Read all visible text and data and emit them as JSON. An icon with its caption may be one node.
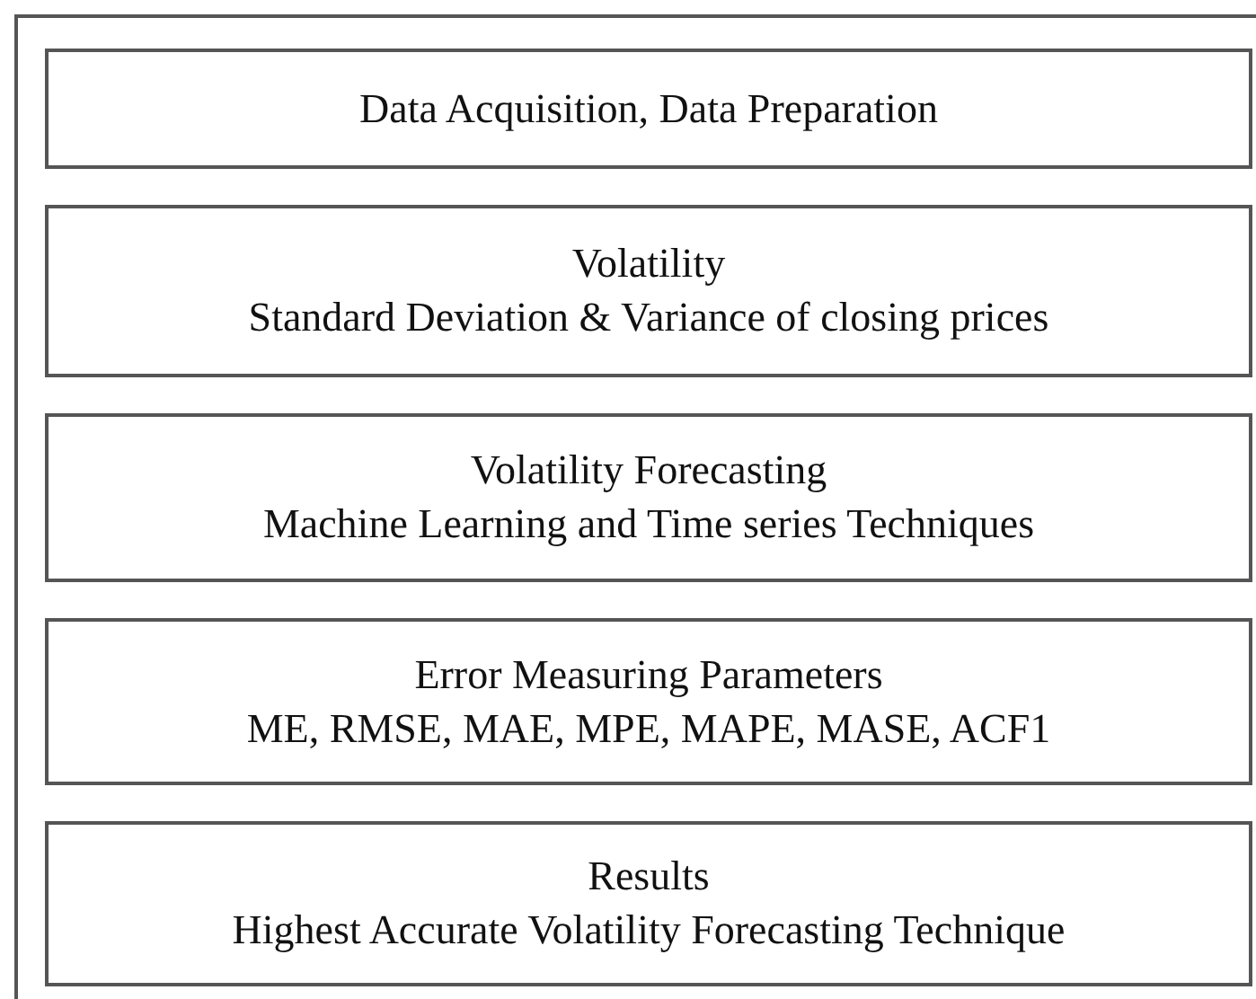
{
  "diagram": {
    "nodes": [
      {
        "text": [],
        "shape": "box"
      },
      {
        "text": [
          "Data Acquisition, Data Preparation"
        ],
        "in": 0
      },
      {
        "text": [
          "Volatility",
          "Standard Deviation & Variance of closing prices"
        ],
        "in": 0
      },
      {
        "text": [
          "Volatility Forecasting",
          "Machine Learning and Time series Techniques"
        ],
        "in": 0
      },
      {
        "text": [
          "Error Measuring Parameters",
          "ME, RMSE, MAE, MPE, MAPE, MASE, ACF1"
        ],
        "in": 0
      },
      {
        "text": [
          "Results",
          "Highest Accurate Volatility Forecasting Technique"
        ],
        "in": 0
      }
    ]
  }
}
